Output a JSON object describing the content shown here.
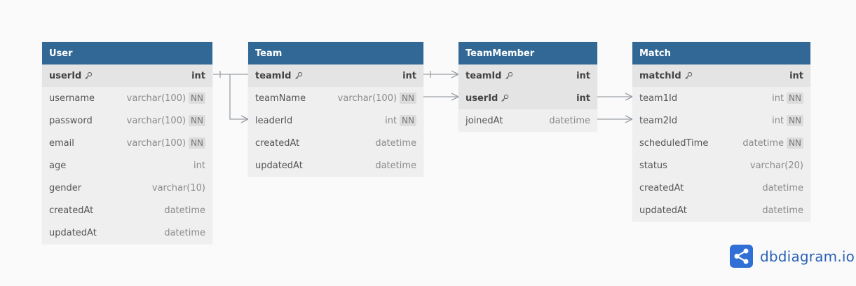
{
  "tables": {
    "user": {
      "name": "User",
      "fields": [
        {
          "name": "userId",
          "type": "int",
          "nn": "",
          "pk": true
        },
        {
          "name": "username",
          "type": "varchar(100)",
          "nn": "NN"
        },
        {
          "name": "password",
          "type": "varchar(100)",
          "nn": "NN"
        },
        {
          "name": "email",
          "type": "varchar(100)",
          "nn": "NN"
        },
        {
          "name": "age",
          "type": "int",
          "nn": ""
        },
        {
          "name": "gender",
          "type": "varchar(10)",
          "nn": ""
        },
        {
          "name": "createdAt",
          "type": "datetime",
          "nn": ""
        },
        {
          "name": "updatedAt",
          "type": "datetime",
          "nn": ""
        }
      ]
    },
    "team": {
      "name": "Team",
      "fields": [
        {
          "name": "teamId",
          "type": "int",
          "nn": "",
          "pk": true
        },
        {
          "name": "teamName",
          "type": "varchar(100)",
          "nn": "NN"
        },
        {
          "name": "leaderId",
          "type": "int",
          "nn": "NN"
        },
        {
          "name": "createdAt",
          "type": "datetime",
          "nn": ""
        },
        {
          "name": "updatedAt",
          "type": "datetime",
          "nn": ""
        }
      ]
    },
    "teammember": {
      "name": "TeamMember",
      "fields": [
        {
          "name": "teamId",
          "type": "int",
          "nn": "",
          "pk": true
        },
        {
          "name": "userId",
          "type": "int",
          "nn": "",
          "pk": true
        },
        {
          "name": "joinedAt",
          "type": "datetime",
          "nn": ""
        }
      ]
    },
    "match": {
      "name": "Match",
      "fields": [
        {
          "name": "matchId",
          "type": "int",
          "nn": "",
          "pk": true
        },
        {
          "name": "team1Id",
          "type": "int",
          "nn": "NN"
        },
        {
          "name": "team2Id",
          "type": "int",
          "nn": "NN"
        },
        {
          "name": "scheduledTime",
          "type": "datetime",
          "nn": "NN"
        },
        {
          "name": "status",
          "type": "varchar(20)",
          "nn": ""
        },
        {
          "name": "createdAt",
          "type": "datetime",
          "nn": ""
        },
        {
          "name": "updatedAt",
          "type": "datetime",
          "nn": ""
        }
      ]
    }
  },
  "brand": {
    "text": "dbdiagram.io"
  },
  "colors": {
    "header": "#316896",
    "brand": "#2f6fd6",
    "line": "#9aa0a8"
  }
}
